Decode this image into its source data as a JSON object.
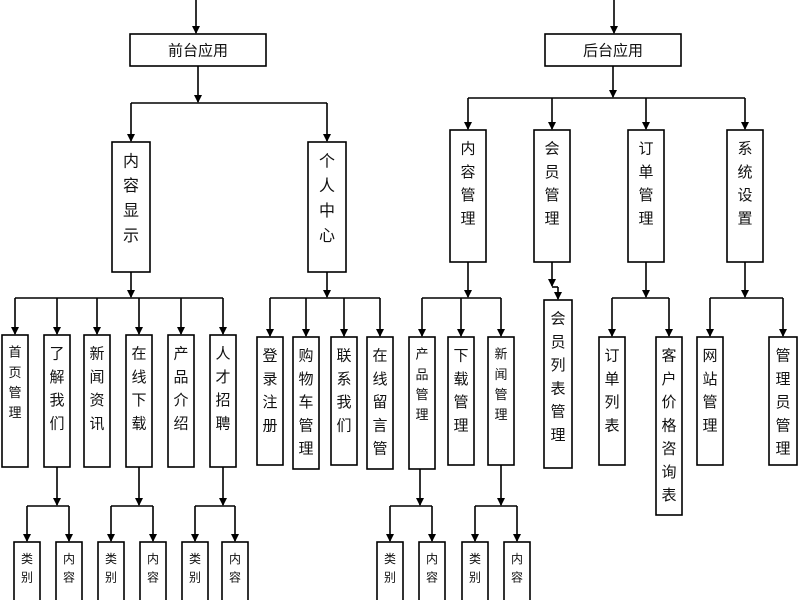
{
  "roots": [
    {
      "id": "front",
      "label": "前台应用",
      "children": [
        {
          "id": "content-display",
          "label": "内容显示",
          "children": [
            {
              "id": "home-mgmt",
              "label": "首页管理",
              "children": []
            },
            {
              "id": "about-us",
              "label": "了解我们",
              "children": []
            },
            {
              "id": "news-info",
              "label": "新闻资讯",
              "children": []
            },
            {
              "id": "online-download",
              "label": "在线下载",
              "children": [
                {
                  "id": "fd-cat",
                  "label": "类别",
                  "children": []
                },
                {
                  "id": "fd-content",
                  "label": "内容",
                  "children": []
                }
              ]
            },
            {
              "id": "product-intro",
              "label": "产品介绍",
              "children": []
            },
            {
              "id": "recruit",
              "label": "人才招聘",
              "children": [
                {
                  "id": "fr-cat",
                  "label": "类别",
                  "children": []
                },
                {
                  "id": "fr-content",
                  "label": "内容",
                  "children": []
                }
              ]
            }
          ]
        },
        {
          "id": "personal-center",
          "label": "个人中心",
          "children": [
            {
              "id": "login-register",
              "label": "登录注册",
              "children": []
            },
            {
              "id": "cart-mgmt",
              "label": "购物车管理",
              "children": []
            },
            {
              "id": "contact-us",
              "label": "联系我们",
              "children": []
            },
            {
              "id": "online-message",
              "label": "在线留言管",
              "children": []
            }
          ]
        }
      ]
    },
    {
      "id": "back",
      "label": "后台应用",
      "children": [
        {
          "id": "content-mgmt",
          "label": "内容管理",
          "children": [
            {
              "id": "product-mgmt",
              "label": "产品管理",
              "children": []
            },
            {
              "id": "download-mgmt",
              "label": "下载管理",
              "children": []
            },
            {
              "id": "news-mgmt",
              "label": "新闻管理",
              "children": [
                {
                  "id": "bn-cat",
                  "label": "类别",
                  "children": []
                },
                {
                  "id": "bn-content",
                  "label": "内容",
                  "children": []
                }
              ]
            }
          ]
        },
        {
          "id": "member-mgmt",
          "label": "会员管理",
          "children": [
            {
              "id": "member-list-mgmt",
              "label": "会员列表管理",
              "children": []
            }
          ]
        },
        {
          "id": "order-mgmt",
          "label": "订单管理",
          "children": [
            {
              "id": "order-list",
              "label": "订单列表",
              "children": []
            },
            {
              "id": "customer-price-inquiry",
              "label": "客户价格咨询表",
              "children": []
            }
          ]
        },
        {
          "id": "system-settings",
          "label": "系统设置",
          "children": [
            {
              "id": "site-mgmt",
              "label": "网站管理",
              "children": []
            },
            {
              "id": "admin-mgmt",
              "label": "管理员管理",
              "children": []
            }
          ]
        }
      ]
    }
  ],
  "extra_leaves": [
    {
      "id": "l-cat-1",
      "label": "类别"
    },
    {
      "id": "l-content-1",
      "label": "内容"
    },
    {
      "id": "l-cat-2",
      "label": "类别"
    },
    {
      "id": "l-content-2",
      "label": "内容"
    }
  ]
}
